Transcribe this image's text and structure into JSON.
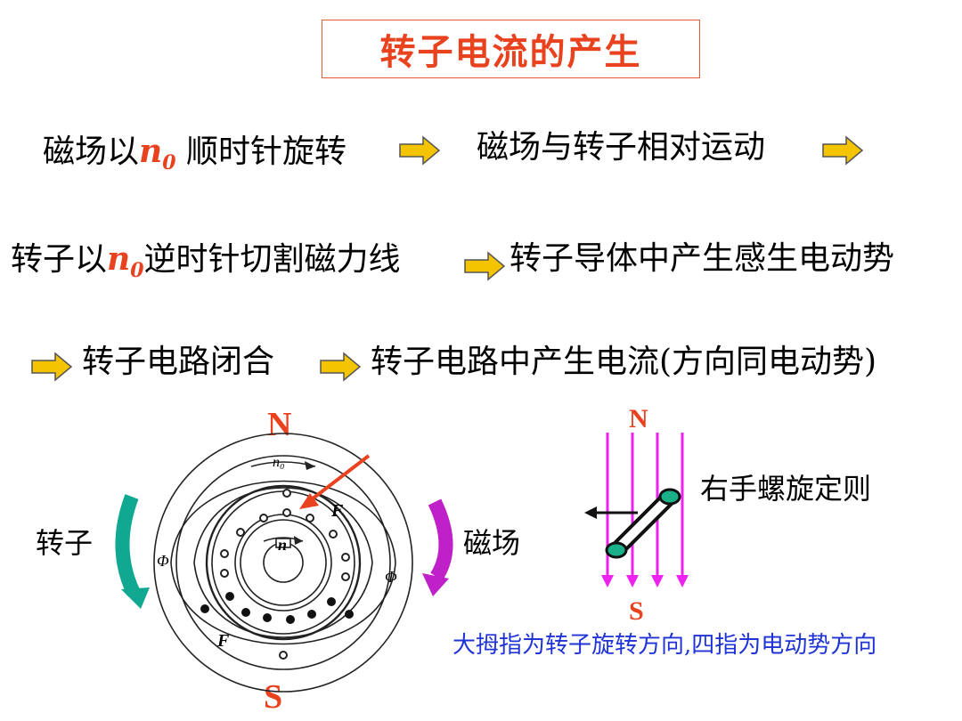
{
  "title": "转子电流的产生",
  "row1": {
    "part1": "磁场以",
    "n_sym": "n",
    "n_sub": "0",
    "part2": " 顺时针旋转",
    "part3": "磁场与转子相对运动"
  },
  "row2": {
    "part1": "转子以",
    "n_sym": "n",
    "n_sub": "0",
    "part2": "逆时针切割磁力线",
    "part3": "转子导体中产生感生电动势"
  },
  "row3": {
    "part1": "转子电路闭合",
    "part2": "转子电路中产生电流(方向同电动势)"
  },
  "diagram_left": {
    "pole_top": "N",
    "pole_bottom": "S",
    "label_left": "转子",
    "label_right": "磁场",
    "n0_label": "n₀",
    "n_label": "n",
    "f_label": "F",
    "phi_label": "Φ"
  },
  "diagram_right": {
    "pole_top": "N",
    "pole_bottom": "S",
    "rule_label": "右手螺旋定则",
    "caption": "大拇指为转子旋转方向,四指为电动势方向"
  },
  "colors": {
    "red": "#e8421e",
    "arrow_yellow": "#f5c400",
    "blue": "#1f33d6",
    "magenta": "#ee22ee",
    "teal": "#10a890",
    "purple": "#c020c8"
  }
}
